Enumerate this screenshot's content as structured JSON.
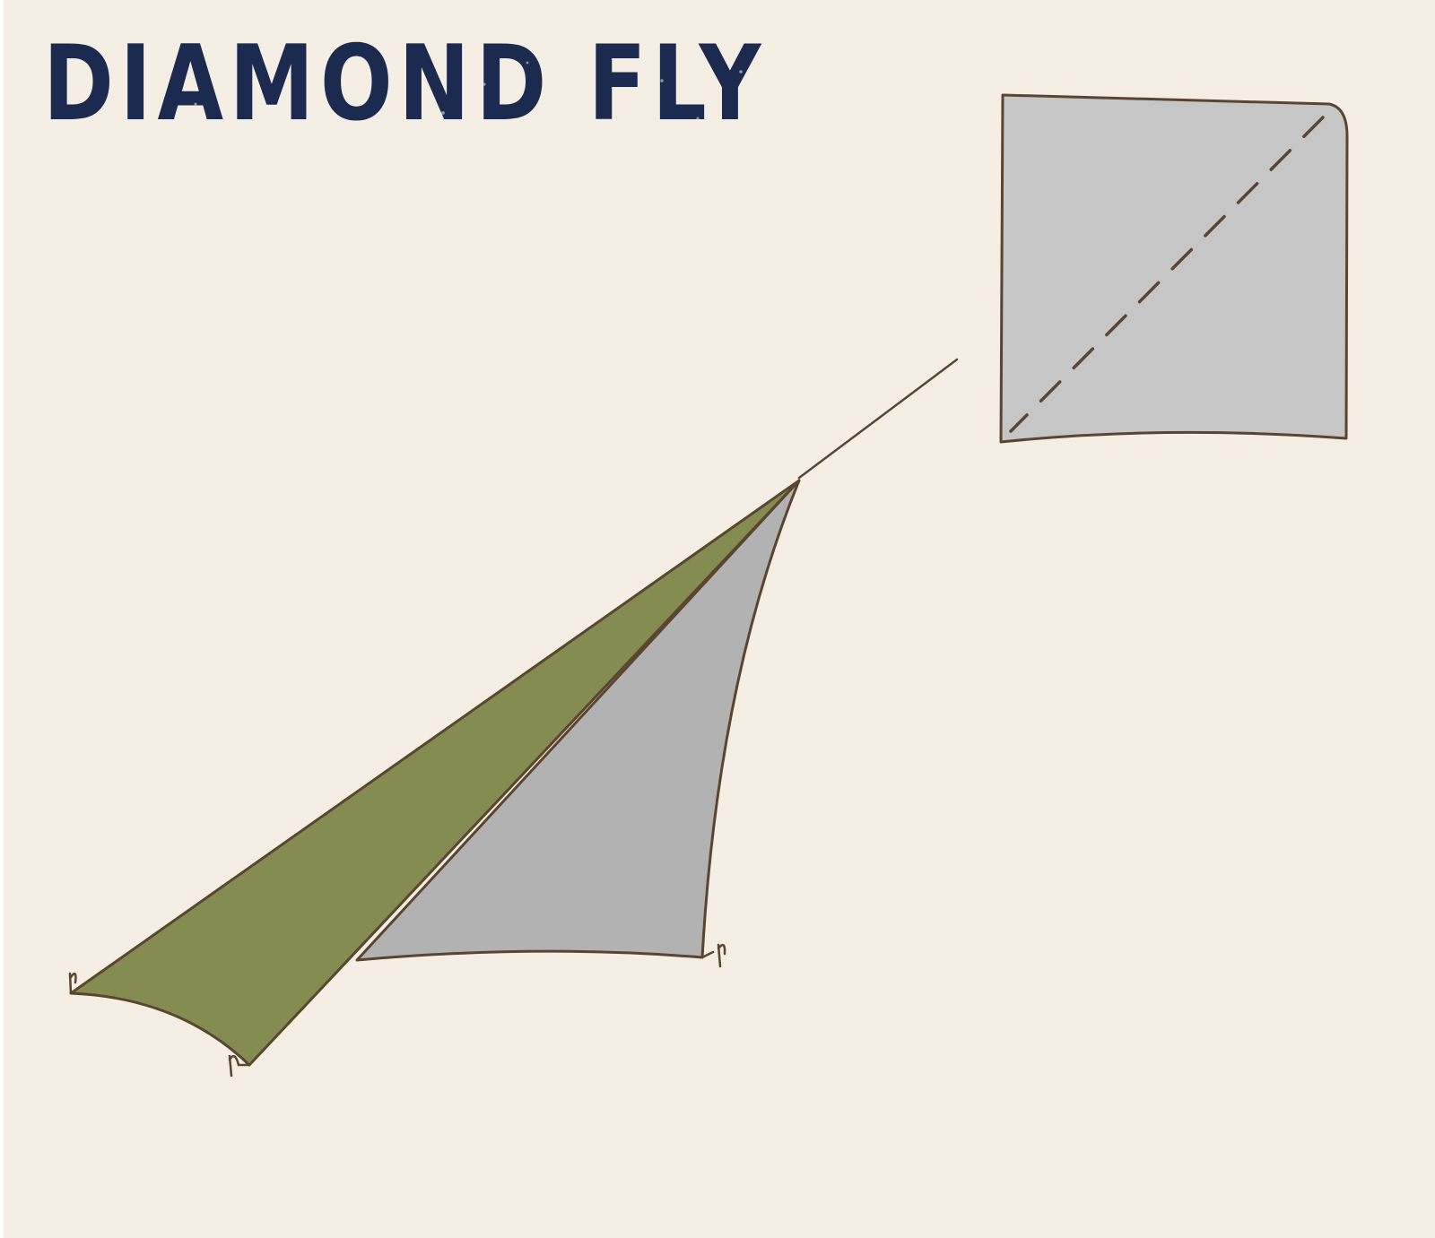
{
  "title": "DIAMOND FLY",
  "colors": {
    "background": "#f5eee5",
    "title": "#1b2a4e",
    "outline": "#5a4530",
    "tarp_top": "#858c51",
    "tarp_underside": "#b2b2b2",
    "flat_sheet": "#c6c6c6"
  },
  "icons": [
    "flat-tarp-icon",
    "pitched-tarp-icon",
    "ridgeline",
    "fold-line",
    "stake-icon"
  ]
}
